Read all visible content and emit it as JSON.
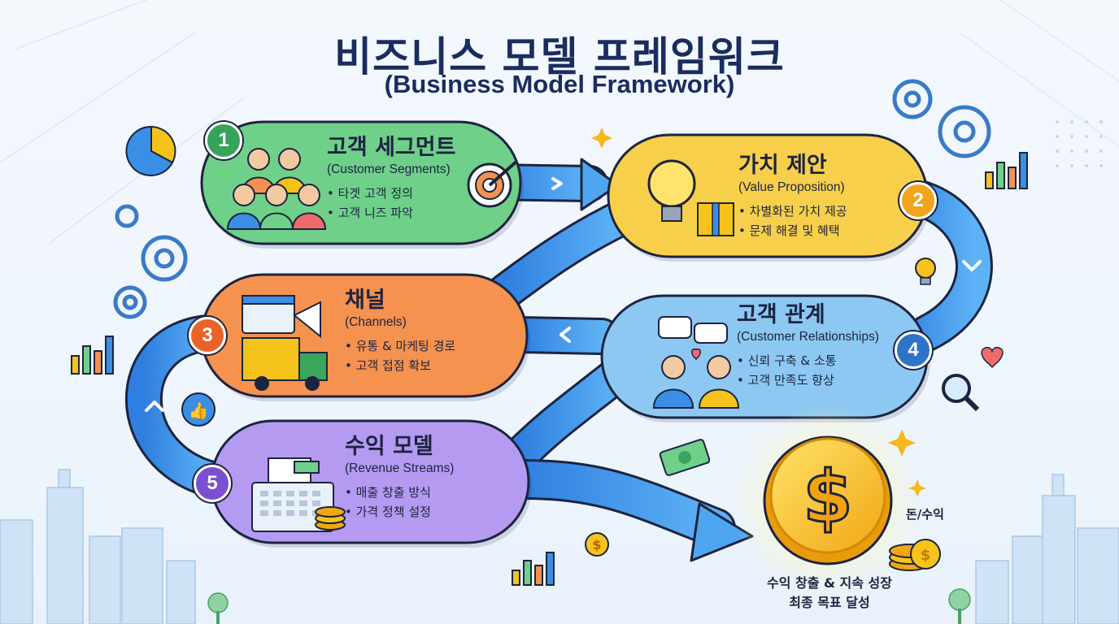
{
  "title": {
    "korean": "비즈니스 모델 프레임워크",
    "english": "(Business Model Framework)"
  },
  "steps": [
    {
      "number": "1",
      "title": "고객 세그먼트",
      "subtitle": "(Customer Segments)",
      "bullets": [
        "타겟 고객 정의",
        "고객 니즈 파악"
      ],
      "color": "#6fd08a",
      "badge_color": "#37a35a"
    },
    {
      "number": "2",
      "title": "가치 제안",
      "subtitle": "(Value Proposition)",
      "bullets": [
        "차별화된 가치 제공",
        "문제 해결 및 혜택"
      ],
      "color": "#f8cf4a",
      "badge_color": "#f0a51c"
    },
    {
      "number": "3",
      "title": "채널",
      "subtitle": "(Channels)",
      "bullets": [
        "유통 & 마케팅 경로",
        "고객 접점 확보"
      ],
      "color": "#f5924f",
      "badge_color": "#e8632a"
    },
    {
      "number": "4",
      "title": "고객 관계",
      "subtitle": "(Customer Relationships)",
      "bullets": [
        "신뢰 구축 & 소통",
        "고객 만족도 향상"
      ],
      "color": "#8cc8f2",
      "badge_color": "#2f73c9"
    },
    {
      "number": "5",
      "title": "수익 모델",
      "subtitle": "(Revenue Streams)",
      "bullets": [
        "매출 창출 방식",
        "가격 정책 설정"
      ],
      "color": "#b49af0",
      "badge_color": "#7b4fd1"
    }
  ],
  "goal": {
    "money_label": "돈/수익",
    "line1": "수익 창출 & 지속 성장",
    "line2": "최종 목표 달성",
    "coin_color": "#f6c21c"
  },
  "icons": {
    "step1": "customer-group-icon",
    "step1_extra": "target-dart-icon",
    "step2": "lightbulb-gift-icon",
    "step3": "browser-megaphone-truck-icon",
    "step4": "handshake-chat-heart-icon",
    "step5": "cash-register-coins-icon",
    "goal": "dollar-coin-icon"
  },
  "colors": {
    "title": "#1b2c5e",
    "road": "#3b8ee8",
    "outline": "#1c2440"
  }
}
